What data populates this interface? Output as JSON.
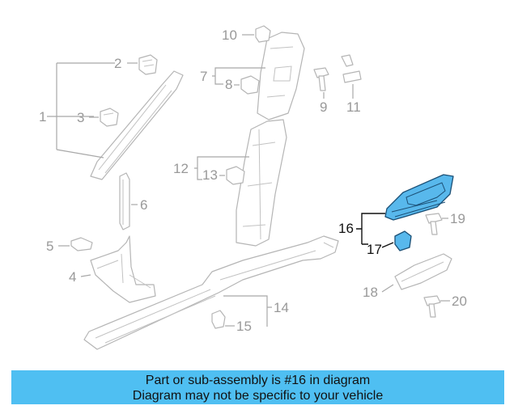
{
  "callouts": {
    "c1": "1",
    "c2": "2",
    "c3": "3",
    "c4": "4",
    "c5": "5",
    "c6": "6",
    "c7": "7",
    "c8": "8",
    "c9": "9",
    "c10": "10",
    "c11": "11",
    "c12": "12",
    "c13": "13",
    "c14": "14",
    "c15": "15",
    "c16": "16",
    "c17": "17",
    "c18": "18",
    "c19": "19",
    "c20": "20"
  },
  "highlighted_part": "16",
  "colors": {
    "highlight_fill": "#58b8ec",
    "highlight_stroke": "#1b4f75",
    "caption_background": "#4fbff2",
    "line_gray": "#a8a8a8"
  },
  "caption": {
    "line1": "Part or sub-assembly is #16 in diagram",
    "line2": "Diagram may not be specific to your vehicle"
  }
}
